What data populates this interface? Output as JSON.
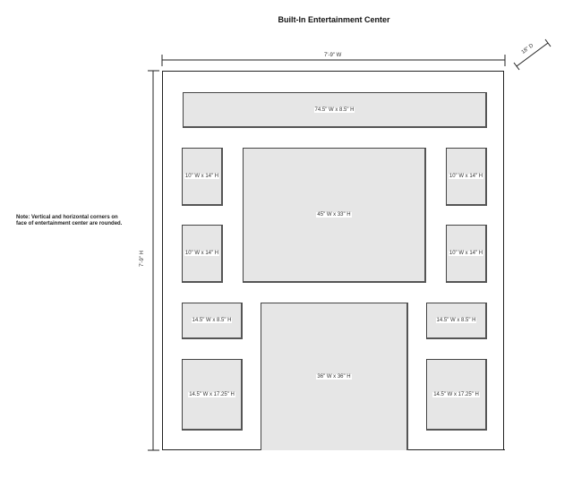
{
  "title": "Built-In Entertainment Center",
  "note": "Note:  Vertical and horizontal corners on face of entertainment center are rounded.",
  "dimensions": {
    "width": "7'-9\" W",
    "height": "7'-9\" H",
    "depth": "18\" D"
  },
  "openings": {
    "top": "74.5\" W x 8.5\" H",
    "left_upper": "10\" W x 14\" H",
    "left_middle": "10\" W x 14\" H",
    "center_upper": "45\" W x 33\" H",
    "right_upper": "10\" W x 14\" H",
    "right_middle": "10\" W x 14\" H",
    "left_small": "14.5\" W x 8.5\" H",
    "right_small": "14.5\" W x 8.5\" H",
    "left_lower": "14.5\" W x 17.25\" H",
    "right_lower": "14.5\" W x 17.25\" H",
    "center_lower": "36\" W x 36\" H"
  }
}
